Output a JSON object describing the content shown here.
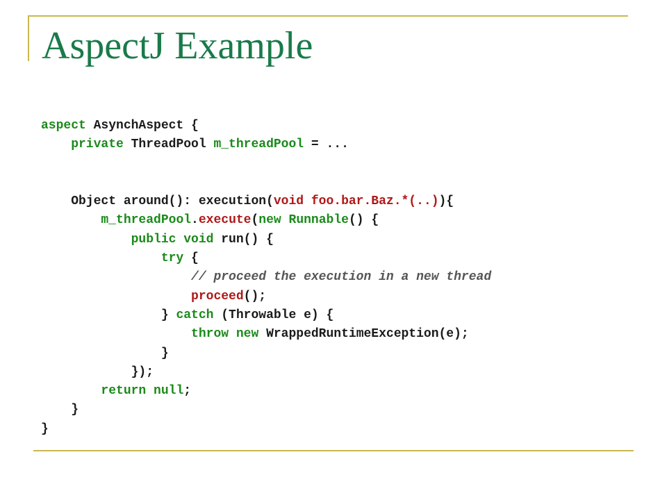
{
  "slide": {
    "title": "AspectJ Example",
    "colors": {
      "title": "#1a7a4a",
      "frame": "#c8b850",
      "keyword": "#1a8a1a",
      "comment": "#555555",
      "highlight": "#b01818",
      "text": "#1a1a1a"
    },
    "code_lines": [
      [
        {
          "t": "aspect",
          "c": "kw"
        },
        {
          "t": " AsynchAspect {"
        }
      ],
      [
        {
          "t": "    private",
          "c": "kw"
        },
        {
          "t": " ThreadPool "
        },
        {
          "t": "m_threadPool",
          "c": "kw"
        },
        {
          "t": " = ..."
        }
      ],
      [],
      [],
      [
        {
          "t": "    Object around(): execution("
        },
        {
          "t": "void foo.bar.Baz.*(..)",
          "c": "rd"
        },
        {
          "t": "){"
        }
      ],
      [
        {
          "t": "        "
        },
        {
          "t": "m_threadPool",
          "c": "kw"
        },
        {
          "t": "."
        },
        {
          "t": "execute",
          "c": "rd"
        },
        {
          "t": "("
        },
        {
          "t": "new",
          "c": "kw"
        },
        {
          "t": " "
        },
        {
          "t": "Runnable",
          "c": "kw"
        },
        {
          "t": "() {"
        }
      ],
      [
        {
          "t": "            "
        },
        {
          "t": "public void",
          "c": "kw"
        },
        {
          "t": " run() {"
        }
      ],
      [
        {
          "t": "                "
        },
        {
          "t": "try",
          "c": "kw"
        },
        {
          "t": " {"
        }
      ],
      [
        {
          "t": "                    "
        },
        {
          "t": "// proceed the execution in a new thread",
          "c": "cm"
        }
      ],
      [
        {
          "t": "                    "
        },
        {
          "t": "proceed",
          "c": "rd"
        },
        {
          "t": "();"
        }
      ],
      [
        {
          "t": "                } "
        },
        {
          "t": "catch",
          "c": "kw"
        },
        {
          "t": " (Throwable e) {"
        }
      ],
      [
        {
          "t": "                    "
        },
        {
          "t": "throw new",
          "c": "kw"
        },
        {
          "t": " WrappedRuntimeException(e);"
        }
      ],
      [
        {
          "t": "                }"
        }
      ],
      [
        {
          "t": "            });"
        }
      ],
      [
        {
          "t": "        "
        },
        {
          "t": "return null",
          "c": "kw"
        },
        {
          "t": ";"
        }
      ],
      [
        {
          "t": "    }"
        }
      ],
      [
        {
          "t": "}"
        }
      ]
    ]
  }
}
